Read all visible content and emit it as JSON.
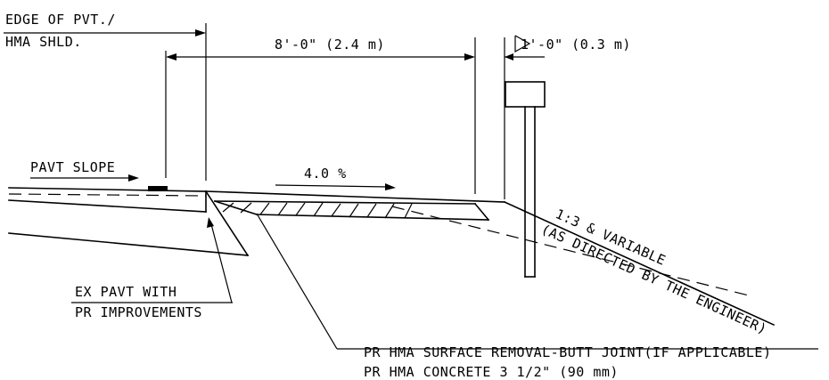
{
  "labels": {
    "edge_line1": "EDGE OF PVT./",
    "edge_line2": "HMA SHLD.",
    "dim_8ft": "8'-0\" (2.4 m)",
    "dim_1ft": "1'-0\" (0.3 m)",
    "pavt_slope": "PAVT SLOPE",
    "slope_pct": "4.0 %",
    "slope_ratio": "1:3 & VARIABLE",
    "as_directed": "(AS DIRECTED BY THE ENGINEER)",
    "ex_pavt_line1": "EX PAVT WITH",
    "ex_pavt_line2": "PR IMPROVEMENTS",
    "pr_removal": "PR HMA SURFACE REMOVAL-BUTT JOINT(IF APPLICABLE)",
    "pr_concrete": "PR HMA CONCRETE 3 1/2\" (90 mm)"
  }
}
